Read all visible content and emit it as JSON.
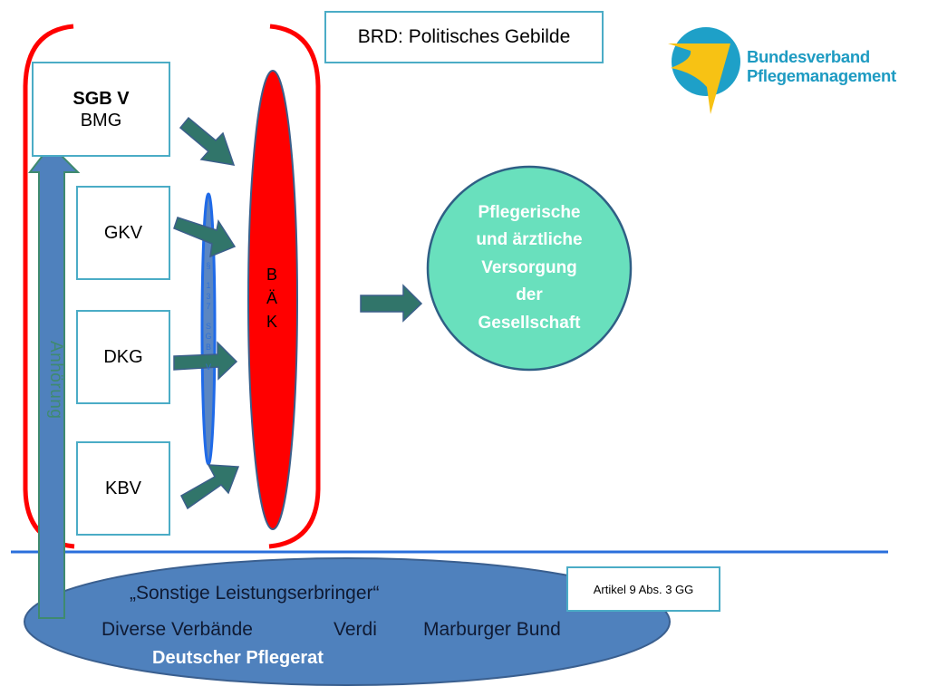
{
  "title": "BRD: Politisches Gebilde",
  "logo": {
    "line1": "Bundesverband",
    "line2": "Pflegemanagement",
    "colors": {
      "circle": "#1ea0c8",
      "shape": "#f7c214",
      "text": "#1e9bc2"
    }
  },
  "sgb_box": {
    "title": "SGB V",
    "subtitle": "BMG"
  },
  "actors": [
    {
      "label": "GKV"
    },
    {
      "label": "DKG"
    },
    {
      "label": "KBV"
    }
  ],
  "baek": {
    "letters": [
      "B",
      "Ä",
      "K"
    ]
  },
  "paragraph_strip": {
    "chars": [
      "§",
      "",
      "1",
      "3",
      "7",
      "",
      "S",
      "G",
      "B",
      "",
      "V"
    ]
  },
  "anhoerung_label": "Anhörung",
  "result_circle": {
    "lines": [
      "Pflegerische",
      "und ärztliche",
      "Versorgung",
      "der",
      "Gesellschaft"
    ]
  },
  "bottom_ellipse": {
    "heading": "„Sonstige Leistungserbringer“",
    "items": [
      "Diverse Verbände",
      "Verdi",
      "Marburger Bund"
    ],
    "highlight": "Deutscher Pflegerat"
  },
  "article_label": "Artikel 9 Abs. 3 GG",
  "colors": {
    "bracket_red": "#ff0000",
    "baek_fill": "#ff0000",
    "arrow_green": "#31756a",
    "arrow_border": "#3b5f8a",
    "circle_fill": "#69e0bd",
    "ellipse_fill": "#4f81bd",
    "divider_blue": "#2a6fdb",
    "box_border": "#4bacc6"
  }
}
